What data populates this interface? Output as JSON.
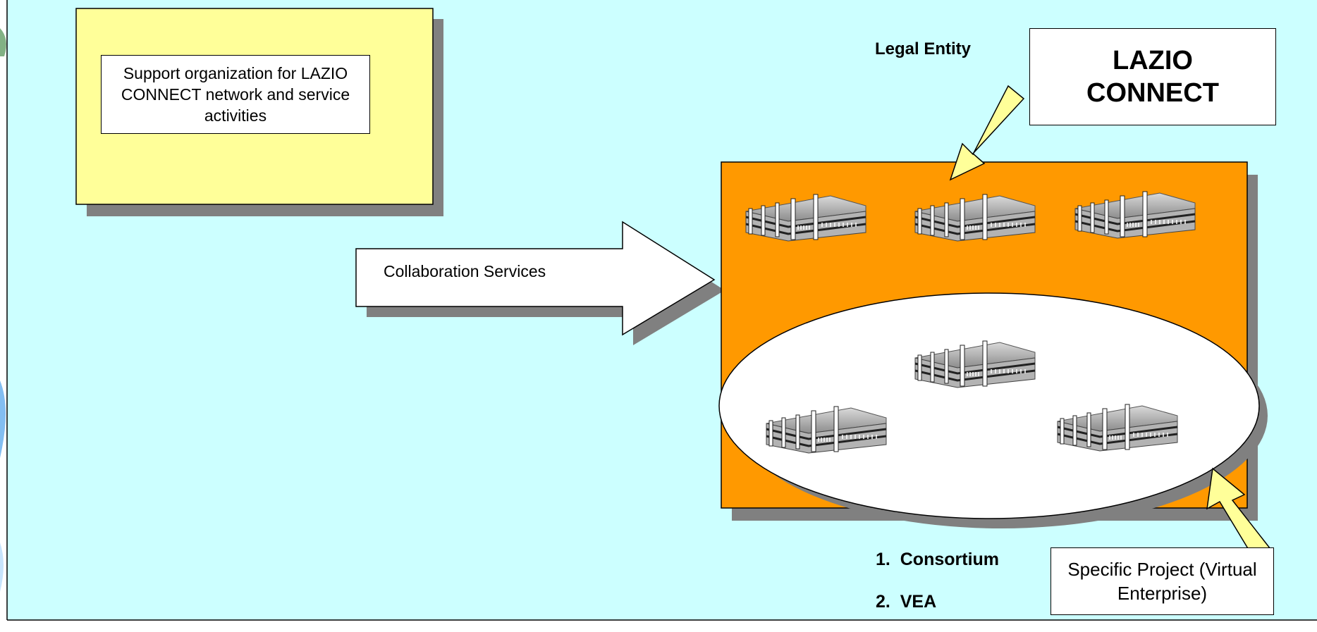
{
  "support_box": {
    "text": "Support organization for LAZIO CONNECT network and service activities"
  },
  "collaboration_arrow": {
    "label": "Collaboration Services"
  },
  "legal_entity": {
    "label": "Legal Entity"
  },
  "lazio_connect_box": {
    "title": "LAZIO CONNECT"
  },
  "project_box": {
    "text": "Specific Project (Virtual Enterprise)"
  },
  "forms_list": [
    "1.  Consortium",
    "2.  VEA"
  ],
  "colors": {
    "background": "#ccffff",
    "support_box_fill": "#ffff99",
    "network_fill": "#ff9900",
    "shadow": "#808080",
    "pointer_arrow_fill": "#ffff99",
    "ellipse_fill": "#ffffff"
  },
  "icons": {
    "building": "office-building-icon"
  }
}
